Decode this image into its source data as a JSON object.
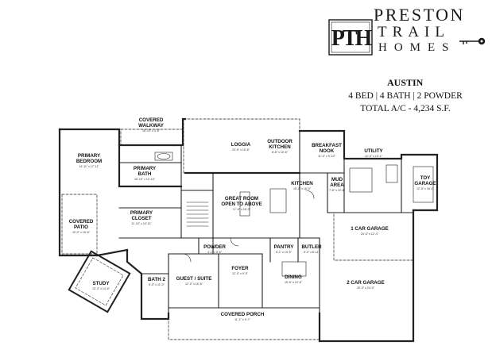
{
  "brand": {
    "line1": "PRESTON",
    "line2": "TRAIL",
    "line3": "HOMES",
    "monogram": "PTH"
  },
  "plan": {
    "name": "AUSTIN",
    "summary": "4 BED | 4 BATH | 2 POWDER",
    "area": "TOTAL A/C - 4,234 S.F."
  },
  "rooms": {
    "covered_walkway": {
      "name1": "COVERED",
      "name2": "WALKWAY",
      "dim": "16'-10\" x 4'-6\""
    },
    "loggia": {
      "name": "LOGGIA",
      "dim": "23'-5\" x 15'-6\""
    },
    "outdoor_kitchen": {
      "name1": "OUTDOOR",
      "name2": "KITCHEN",
      "dim": "8'-6\" x 15'-6\""
    },
    "breakfast_nook": {
      "name1": "BREAKFAST",
      "name2": "NOOK",
      "dim": "11'-0\" x 9'-10\""
    },
    "utility": {
      "name": "UTILITY",
      "dim": "12'-0\" x 10'-1\""
    },
    "primary_bedroom": {
      "name1": "PRIMARY",
      "name2": "BEDROOM",
      "dim": "14'-11\" x 17'-11\""
    },
    "primary_bath": {
      "name1": "PRIMARY",
      "name2": "BATH",
      "dim": "16'-10\" x 12'-10\""
    },
    "great_room": {
      "name1": "GREAT ROOM",
      "name2": "OPEN TO ABOVE",
      "dim": "17'-6\" x 18'-0\""
    },
    "kitchen": {
      "name": "KITCHEN",
      "dim": "15'-2\" x 18'-0\""
    },
    "mud_area": {
      "name1": "MUD",
      "name2": "AREA",
      "dim": "7'-6\" x 10'-6\""
    },
    "toy_garage": {
      "name1": "TOY",
      "name2": "GARAGE",
      "dim": "12'-8\" x 16'-1\""
    },
    "primary_closet": {
      "name1": "PRIMARY",
      "name2": "CLOSET",
      "dim": "11'-10\" x 10'-11\""
    },
    "covered_patio": {
      "name1": "COVERED",
      "name2": "PATIO",
      "dim": "10'-2\" x 15'-6\""
    },
    "powder": {
      "name": "POWDER",
      "dim": "4'-1\" x 5'-6\""
    },
    "pantry": {
      "name": "PANTRY",
      "dim": "5'-1\" x 10'-5\""
    },
    "butler": {
      "name": "BUTLER",
      "dim": "5'-0\" x 6'-11\""
    },
    "one_car_garage": {
      "name": "1 CAR GARAGE",
      "dim": "24'-5\" x 12'-4\""
    },
    "study": {
      "name": "STUDY",
      "dim": "13'-3\" x 14'-6\""
    },
    "bath2": {
      "name": "BATH 2",
      "dim": "6'-0\" x 11'-0\""
    },
    "guest_suite": {
      "name": "GUEST / SUITE",
      "dim": "12'-0\" x 15'-6\""
    },
    "foyer": {
      "name": "FOYER",
      "dim": "12'-0\" x 9'-0\""
    },
    "dining": {
      "name": "DINING",
      "dim": "15'-6\" x 12'-6\""
    },
    "two_car_garage": {
      "name": "2 CAR GARAGE",
      "dim": "20'-0\" x 24'-0\""
    },
    "covered_porch": {
      "name": "COVERED PORCH",
      "dim": "11'-1\" x 9'-7\""
    }
  }
}
